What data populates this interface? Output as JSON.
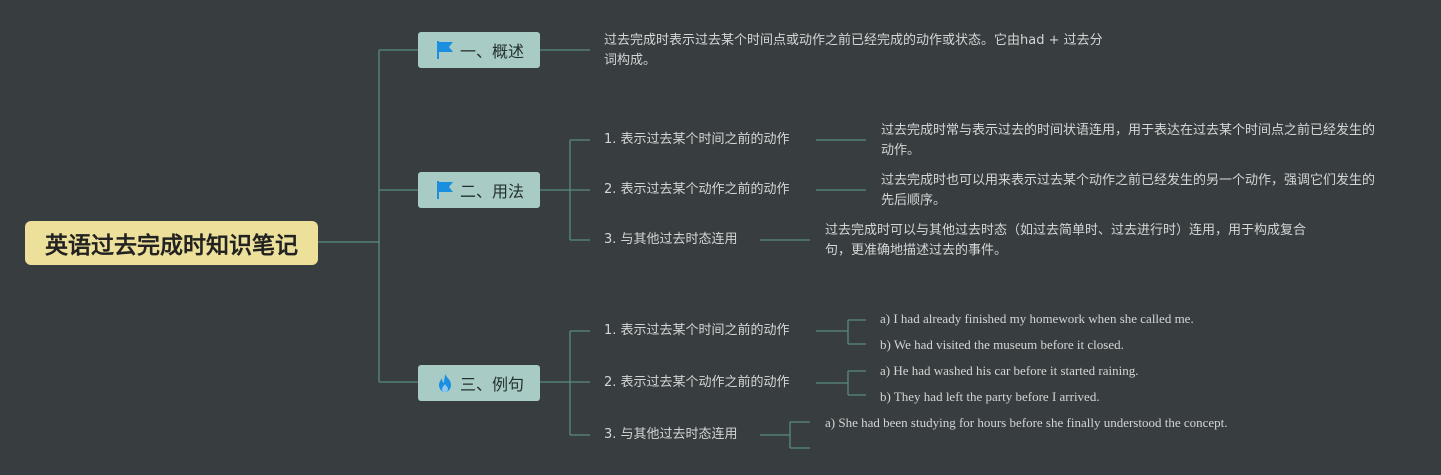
{
  "root": {
    "title": "英语过去完成时知识笔记"
  },
  "branches": [
    {
      "label": "一、概述",
      "icon": "flag-icon",
      "text": "过去完成时表示过去某个时间点或动作之前已经完成的动作或状态。它由had + 过去分词构成。"
    },
    {
      "label": "二、用法",
      "icon": "flag-icon",
      "items": [
        {
          "label": "1. 表示过去某个时间之前的动作",
          "text": "过去完成时常与表示过去的时间状语连用，用于表达在过去某个时间点之前已经发生的动作。"
        },
        {
          "label": "2. 表示过去某个动作之前的动作",
          "text": "过去完成时也可以用来表示过去某个动作之前已经发生的另一个动作，强调它们发生的先后顺序。"
        },
        {
          "label": "3. 与其他过去时态连用",
          "text": "过去完成时可以与其他过去时态（如过去简单时、过去进行时）连用，用于构成复合句，更准确地描述过去的事件。"
        }
      ]
    },
    {
      "label": "三、例句",
      "icon": "fire-icon",
      "items": [
        {
          "label": "1. 表示过去某个时间之前的动作",
          "examples": [
            "a) I had already finished my homework when she called me.",
            "b) We had visited the museum before it closed."
          ]
        },
        {
          "label": "2. 表示过去某个动作之前的动作",
          "examples": [
            "a) He had washed his car before it started raining.",
            "b) They had left the party before I arrived."
          ]
        },
        {
          "label": "3. 与其他过去时态连用",
          "examples": [
            "a) She had been studying for hours before she finally understood the concept.",
            ""
          ]
        }
      ]
    }
  ],
  "colors": {
    "background": "#383d3f",
    "root_fill": "#ede09a",
    "node_fill": "#a8cbc5",
    "connector": "#5a8a80",
    "icon_blue": "#1a8fe0"
  }
}
